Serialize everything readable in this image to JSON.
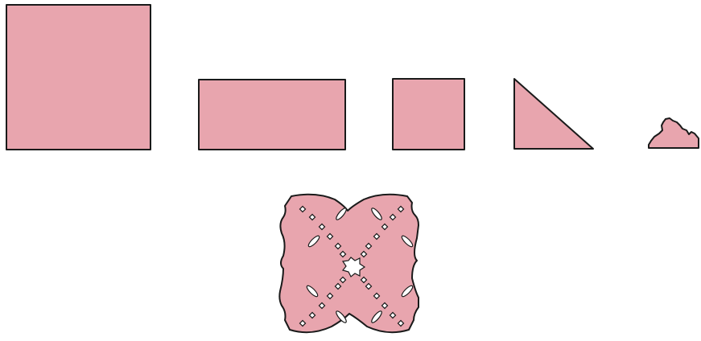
{
  "colors": {
    "paper": "#e8a5ae",
    "outline": "#1a1a1a",
    "background": "#ffffff"
  },
  "figure": {
    "steps": [
      {
        "shape": "square"
      },
      {
        "shape": "rectangle-half-fold"
      },
      {
        "shape": "small-square-quarter-fold"
      },
      {
        "shape": "triangle-diagonal-fold"
      },
      {
        "shape": "cut-triangle"
      }
    ],
    "result": {
      "shape": "unfolded-cut-pattern"
    }
  }
}
